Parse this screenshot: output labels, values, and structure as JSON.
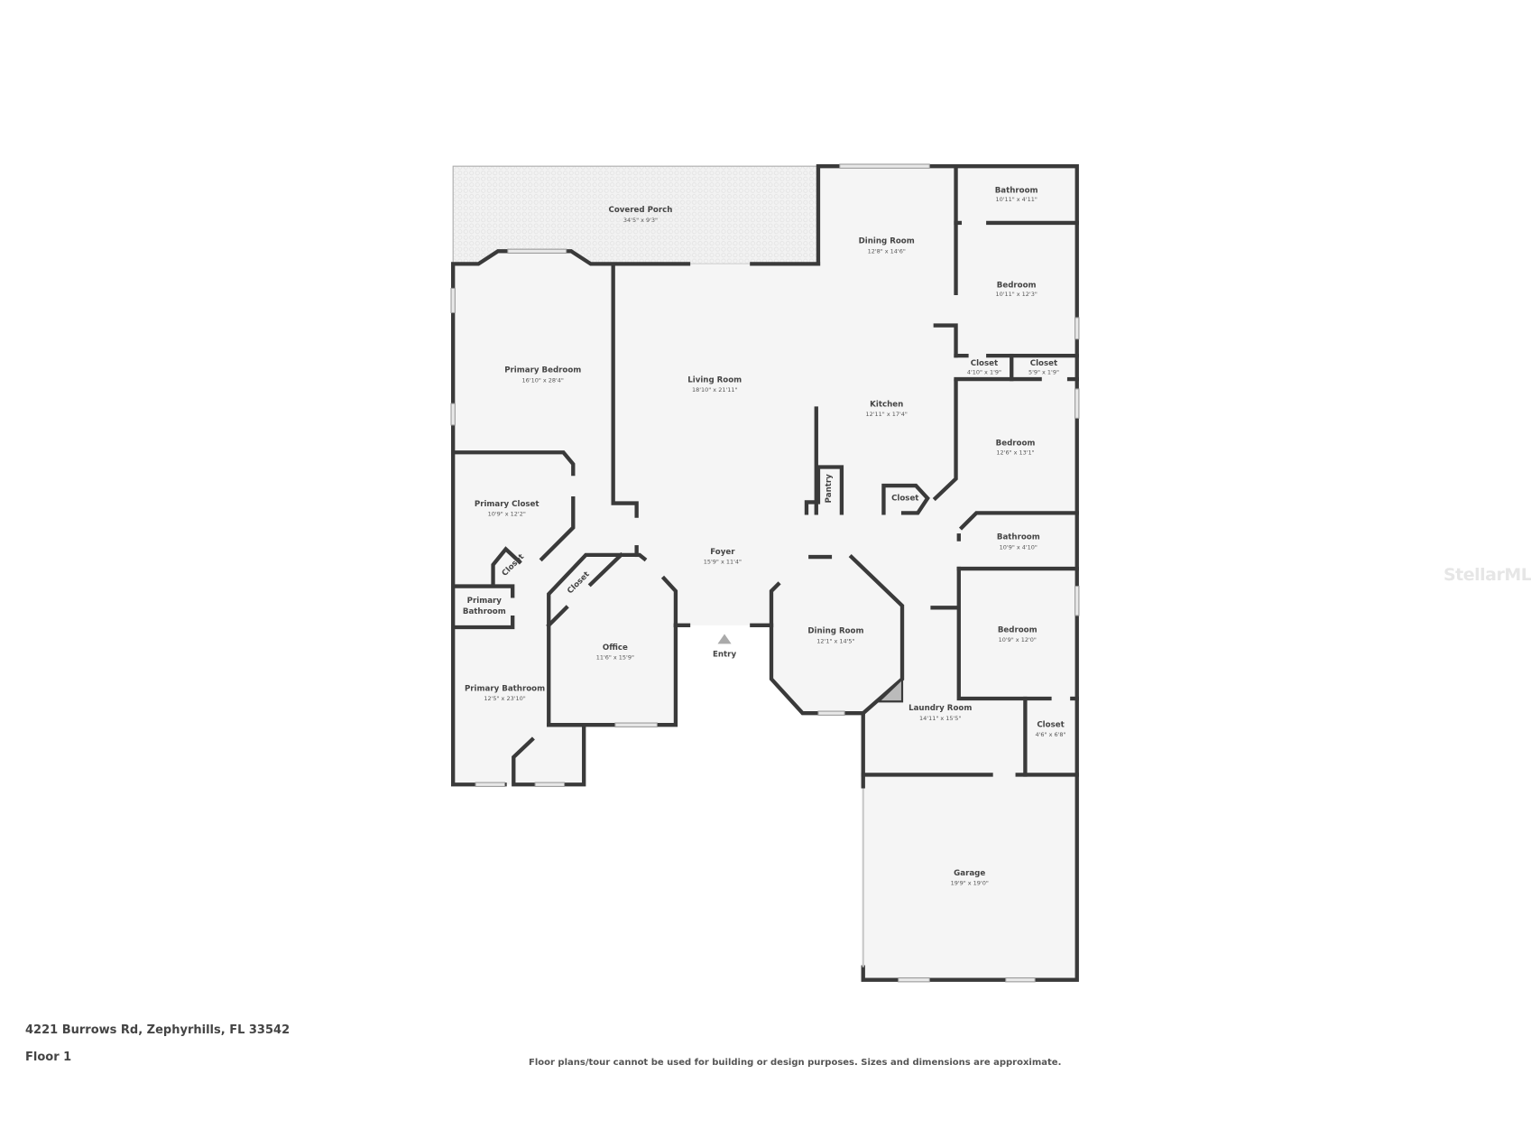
{
  "address": "4221 Burrows Rd, Zephyrhills, FL 33542",
  "floor_label": "Floor 1",
  "disclaimer": "Floor plans/tour cannot be used for building or design purposes. Sizes and dimensions are approximate.",
  "watermark": "StellarMLS",
  "entry_label": "Entry",
  "colors": {
    "wall": "#3a3a3a",
    "floor": "#f5f5f5",
    "text": "#444444"
  },
  "rooms": [
    {
      "name": "Covered Porch",
      "dims": "34'5\" x 9'3\""
    },
    {
      "name": "Dining Room",
      "dims": "12'8\" x 14'6\""
    },
    {
      "name": "Bathroom",
      "dims": "10'11\" x 4'11\""
    },
    {
      "name": "Bedroom",
      "dims": "10'11\" x 12'3\""
    },
    {
      "name": "Closet",
      "dims": "4'10\" x 1'9\""
    },
    {
      "name": "Closet",
      "dims": "5'9\" x 1'9\""
    },
    {
      "name": "Primary Bedroom",
      "dims": "16'10\" x 28'4\""
    },
    {
      "name": "Living Room",
      "dims": "18'10\" x 21'11\""
    },
    {
      "name": "Kitchen",
      "dims": "12'11\" x 17'4\""
    },
    {
      "name": "Bedroom",
      "dims": "12'6\" x 13'1\""
    },
    {
      "name": "Primary Closet",
      "dims": "10'9\" x 12'2\""
    },
    {
      "name": "Pantry",
      "dims": ""
    },
    {
      "name": "Closet",
      "dims": ""
    },
    {
      "name": "Bathroom",
      "dims": "10'9\" x 4'10\""
    },
    {
      "name": "Foyer",
      "dims": "15'9\" x 11'4\""
    },
    {
      "name": "Closet",
      "dims": ""
    },
    {
      "name": "Closet",
      "dims": ""
    },
    {
      "name": "Primary Bathroom",
      "dims": ""
    },
    {
      "name": "Dining Room",
      "dims": "12'1\" x 14'5\""
    },
    {
      "name": "Bedroom",
      "dims": "10'9\" x 12'0\""
    },
    {
      "name": "Office",
      "dims": "11'6\" x 15'9\""
    },
    {
      "name": "Primary Bathroom",
      "dims": "12'5\" x 23'10\""
    },
    {
      "name": "Laundry Room",
      "dims": "14'11\" x 15'5\""
    },
    {
      "name": "Closet",
      "dims": "4'6\" x 6'8\""
    },
    {
      "name": "Garage",
      "dims": "19'9\" x 19'0\""
    }
  ]
}
